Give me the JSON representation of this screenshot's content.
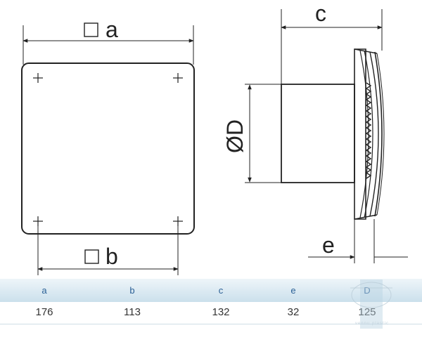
{
  "diagram": {
    "label_a": "a",
    "label_b": "b",
    "label_c": "c",
    "label_d": "ØD",
    "label_e": "e"
  },
  "table": {
    "headers": [
      "a",
      "b",
      "c",
      "e",
      "D"
    ],
    "values": [
      "176",
      "113",
      "132",
      "32",
      "125"
    ]
  },
  "watermark": {
    "text": "vennu plastic"
  }
}
